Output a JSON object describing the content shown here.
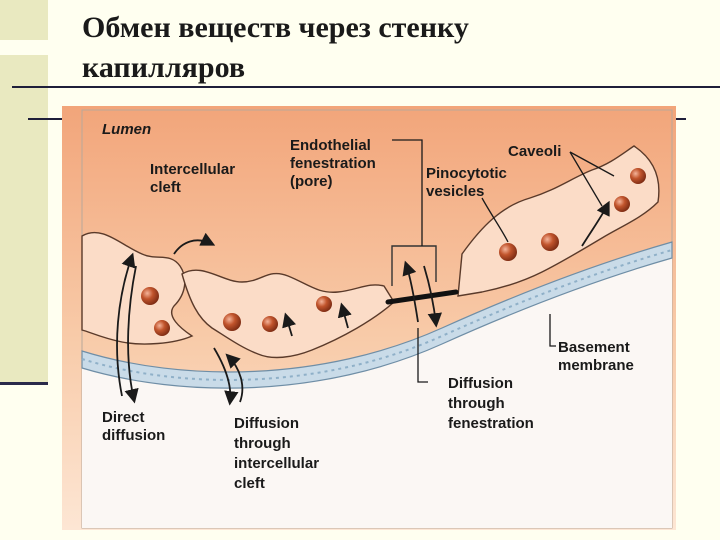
{
  "slide": {
    "title": "Обмен веществ через стенку\nкапилляров"
  },
  "figure": {
    "labels": {
      "lumen": "Lumen",
      "endothelial_fenestration": [
        "Endothelial",
        "fenestration",
        "(pore)"
      ],
      "caveoli": "Caveoli",
      "intercellular_cleft": [
        "Intercellular",
        "cleft"
      ],
      "pinocytotic_vesicles": [
        "Pinocytotic",
        "vesicles"
      ],
      "basement_membrane": [
        "Basement",
        "membrane"
      ],
      "direct_diffusion": [
        "Direct",
        "diffusion"
      ],
      "diffusion_through_cleft": [
        "Diffusion",
        "through",
        "intercellular",
        "cleft"
      ],
      "diffusion_through_fenestration": [
        "Diffusion",
        "through",
        "fenestration"
      ]
    },
    "colors": {
      "lumen_top": "#f2a57a",
      "lumen_bottom": "#fbe0cc",
      "cell_fill": "#fbdcc7",
      "membrane": "#c9dbe8",
      "vesicle": "#b5471f",
      "outline": "#5a3a2a"
    }
  }
}
